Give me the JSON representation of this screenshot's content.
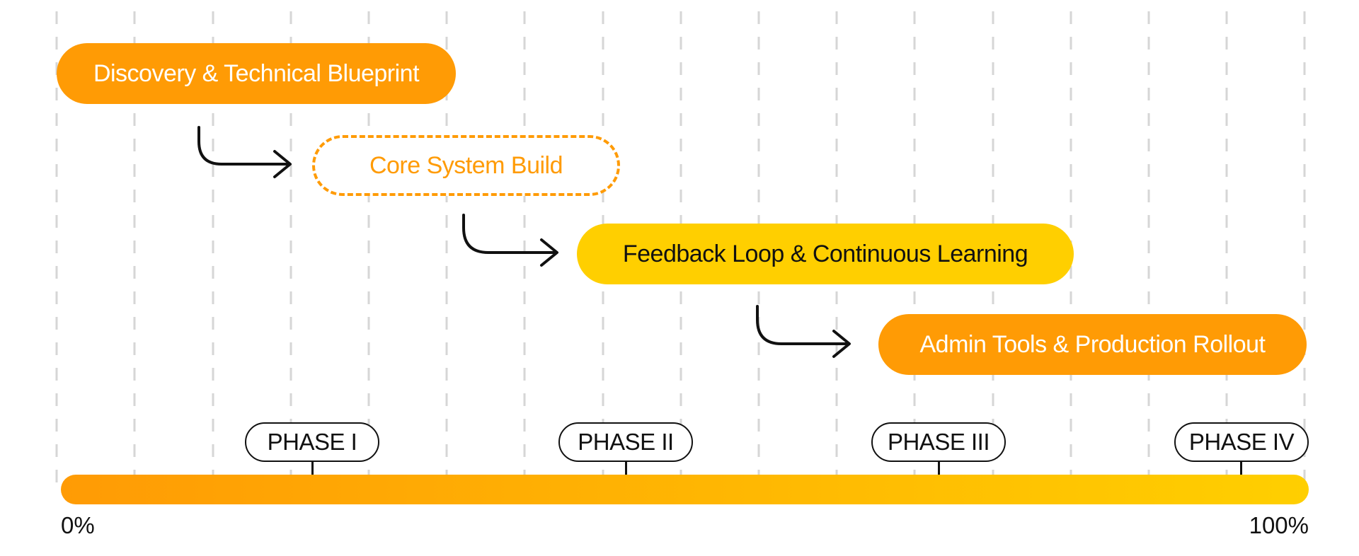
{
  "tasks": [
    {
      "label": "Discovery & Technical Blueprint",
      "style": "solid",
      "color": "#FF9B05",
      "text_color": "#ffffff"
    },
    {
      "label": "Core System Build",
      "style": "dashed-outline",
      "color": "#FF9B05",
      "text_color": "#FF9B05"
    },
    {
      "label": "Feedback Loop & Continuous Learning",
      "style": "solid",
      "color": "#FFCF00",
      "text_color": "#111111"
    },
    {
      "label": "Admin Tools & Production Rollout",
      "style": "solid",
      "color": "#FF9B05",
      "text_color": "#ffffff"
    }
  ],
  "phases": [
    {
      "label": "PHASE I"
    },
    {
      "label": "PHASE II"
    },
    {
      "label": "PHASE III"
    },
    {
      "label": "PHASE IV"
    }
  ],
  "progress": {
    "start_label": "0%",
    "end_label": "100%",
    "gradient_start": "#FF9B05",
    "gradient_end": "#FFCF00"
  },
  "colors": {
    "accent_orange": "#FF9B05",
    "accent_yellow": "#FFCF00",
    "ink": "#111111",
    "grid": "#d6d6d6"
  }
}
